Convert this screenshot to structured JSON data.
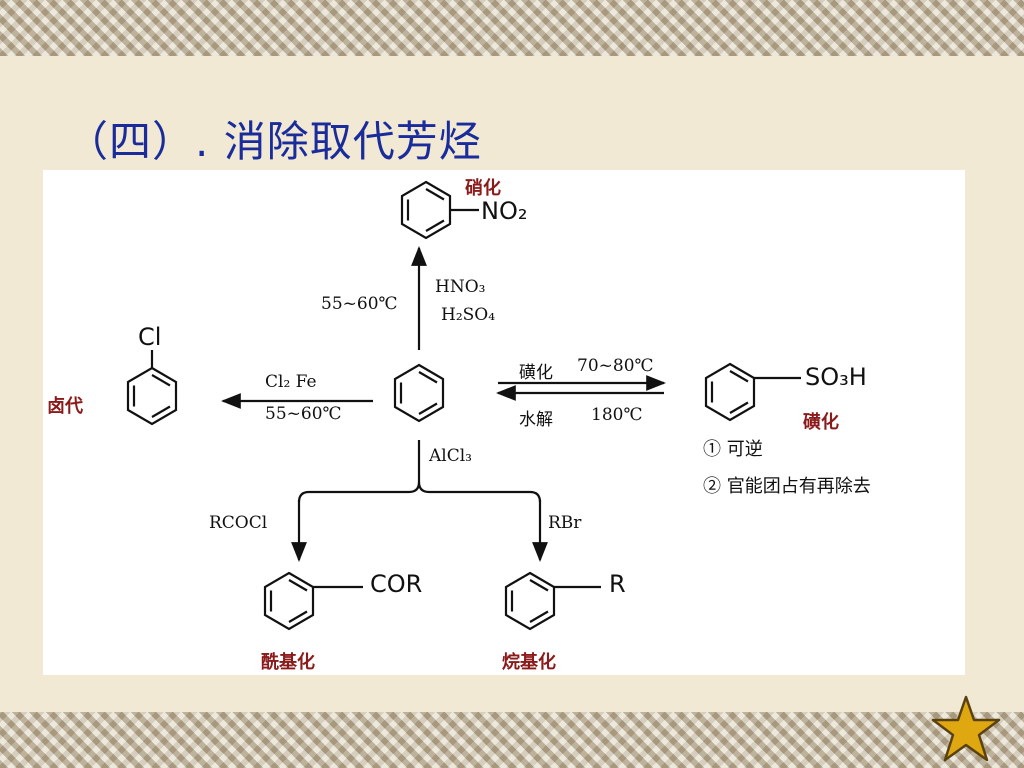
{
  "slide": {
    "title": "（四）. 消除取代芳烃"
  },
  "diagram": {
    "nitration": {
      "name": "硝化",
      "product": "NO₂",
      "reagent_1": "HNO₃",
      "reagent_2": "H₂SO₄",
      "temperature": "55~60℃"
    },
    "halogenation": {
      "name": "卤代",
      "product": "Cl",
      "reagent": "Cl₂   Fe",
      "temperature": "55~60℃"
    },
    "sulfonation": {
      "name": "磺化",
      "forward_label": "磺化",
      "forward_temp": "70~80℃",
      "reverse_label": "水解",
      "reverse_temp": "180℃",
      "product": "SO₃H",
      "note_1": "① 可逆",
      "note_2": "② 官能团占有再除去"
    },
    "friedel_crafts": {
      "catalyst": "AlCl₃",
      "acyl_reagent": "RCOCl",
      "acyl_product": "COR",
      "acyl_name": "酰基化",
      "alkyl_reagent": "RBr",
      "alkyl_product": "R",
      "alkyl_name": "烷基化"
    }
  },
  "colors": {
    "title": "#1a2c9c",
    "reaction_name": "#8b1a1a",
    "background": "#f1e9d3",
    "star": "#e0a810"
  }
}
